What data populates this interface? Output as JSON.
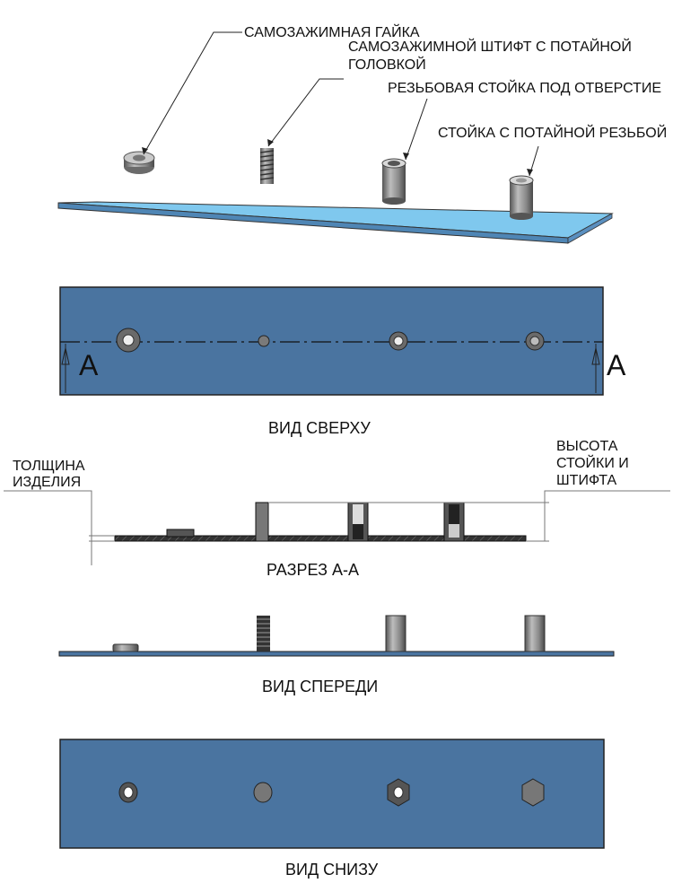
{
  "isometric": {
    "callouts": [
      {
        "lines": [
          "САМОЗАЖИМНАЯ ГАЙКА"
        ]
      },
      {
        "lines": [
          "САМОЗАЖИМНОЙ ШТИФТ С ПОТАЙНОЙ",
          "ГОЛОВКОЙ"
        ]
      },
      {
        "lines": [
          "РЕЗЬБОВАЯ СТОЙКА ПОД ОТВЕРСТИЕ"
        ]
      },
      {
        "lines": [
          "СТОЙКА С ПОТАЙНОЙ РЕЗЬБОЙ"
        ]
      }
    ]
  },
  "top_view": {
    "caption": "ВИД СВЕРХУ",
    "section_mark": "A"
  },
  "section_view": {
    "caption": "РАЗРЕЗ А-А",
    "thickness_label": [
      "ТОЛЩИНА",
      "ИЗДЕЛИЯ"
    ],
    "height_label": [
      "ВЫСОТА",
      "СТОЙКИ И",
      "ШТИФТА"
    ]
  },
  "front_view": {
    "caption": "ВИД СПЕРЕДИ"
  },
  "bottom_view": {
    "caption": "ВИД СНИЗУ"
  },
  "colors": {
    "plate_light": "#7fc8ee",
    "plate_dark": "#4a74a0",
    "metal": "#8a8a8a",
    "line": "#222222"
  }
}
